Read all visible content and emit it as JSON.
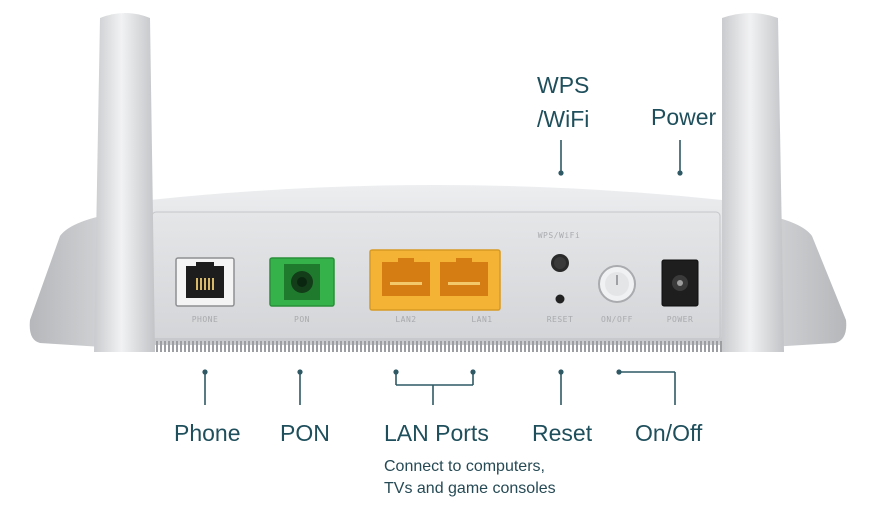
{
  "callouts": {
    "wps": "WPS\n/WiFi",
    "power": "Power",
    "phone": "Phone",
    "pon": "PON",
    "lan": "LAN Ports",
    "lan_desc_1": "Connect to computers,",
    "lan_desc_2": "TVs and game consoles",
    "reset": "Reset",
    "onoff": "On/Off"
  },
  "device_labels": {
    "phone": "PHONE",
    "pon": "PON",
    "lan2": "LAN2",
    "lan1": "LAN1",
    "wps_wifi": "WPS/WiFi",
    "reset": "RESET",
    "onoff": "ON/OFF",
    "power": "POWER"
  },
  "colors": {
    "callout_text": "#1f4f5c",
    "lan_port": "#f5b335",
    "pon_port": "#35b34a",
    "router_body": "#dcdee1"
  }
}
